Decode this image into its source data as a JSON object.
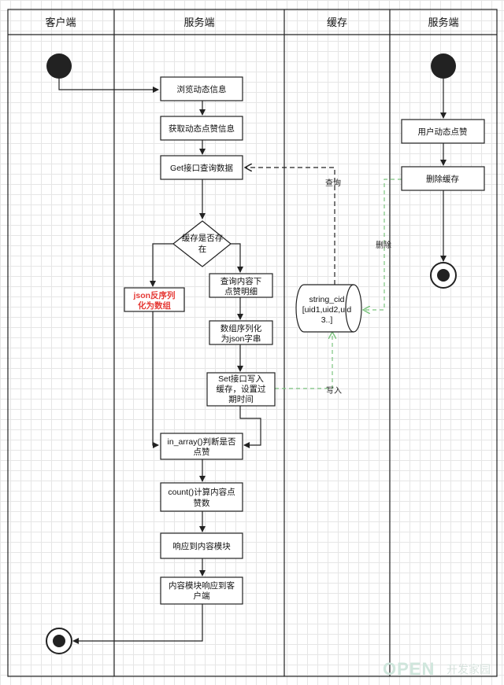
{
  "lanes": [
    "客户端",
    "服务端",
    "缓存",
    "服务端"
  ],
  "nodes": {
    "browse": "浏览动态信息",
    "get_likes": "获取动态点赞信息",
    "get_query": "Get接口查询数据",
    "cache_exists": [
      "缓存是否存",
      "在"
    ],
    "json_deser": [
      "json反序列",
      "化为数组"
    ],
    "query_detail": [
      "查询内容下",
      "点赞明细"
    ],
    "serialize": [
      "数组序列化",
      "为json字串"
    ],
    "set_write": [
      "Set接口写入",
      "缓存，设置过",
      "期时间"
    ],
    "in_array": [
      "in_array()判断是否",
      "点赞"
    ],
    "count": [
      "count()计算内容点",
      "赞数"
    ],
    "respond": "响应到内容模块",
    "module_respond": [
      "内容模块响应到客",
      "户端"
    ],
    "cache_store": [
      "string_cid",
      "[uid1,uid2,uid",
      "3..]"
    ],
    "user_like": "用户动态点赞",
    "delete_cache": "删除缓存"
  },
  "edge_labels": {
    "query": "查询",
    "delete": "删除",
    "write": "写入"
  },
  "watermark": {
    "brand": "OPEN",
    "suffix": "开发家园"
  },
  "colors": {
    "line": "#222222",
    "dashed_green": "#7cc47f",
    "node_red_text": "#e53935",
    "node_fill": "#ffffff"
  }
}
